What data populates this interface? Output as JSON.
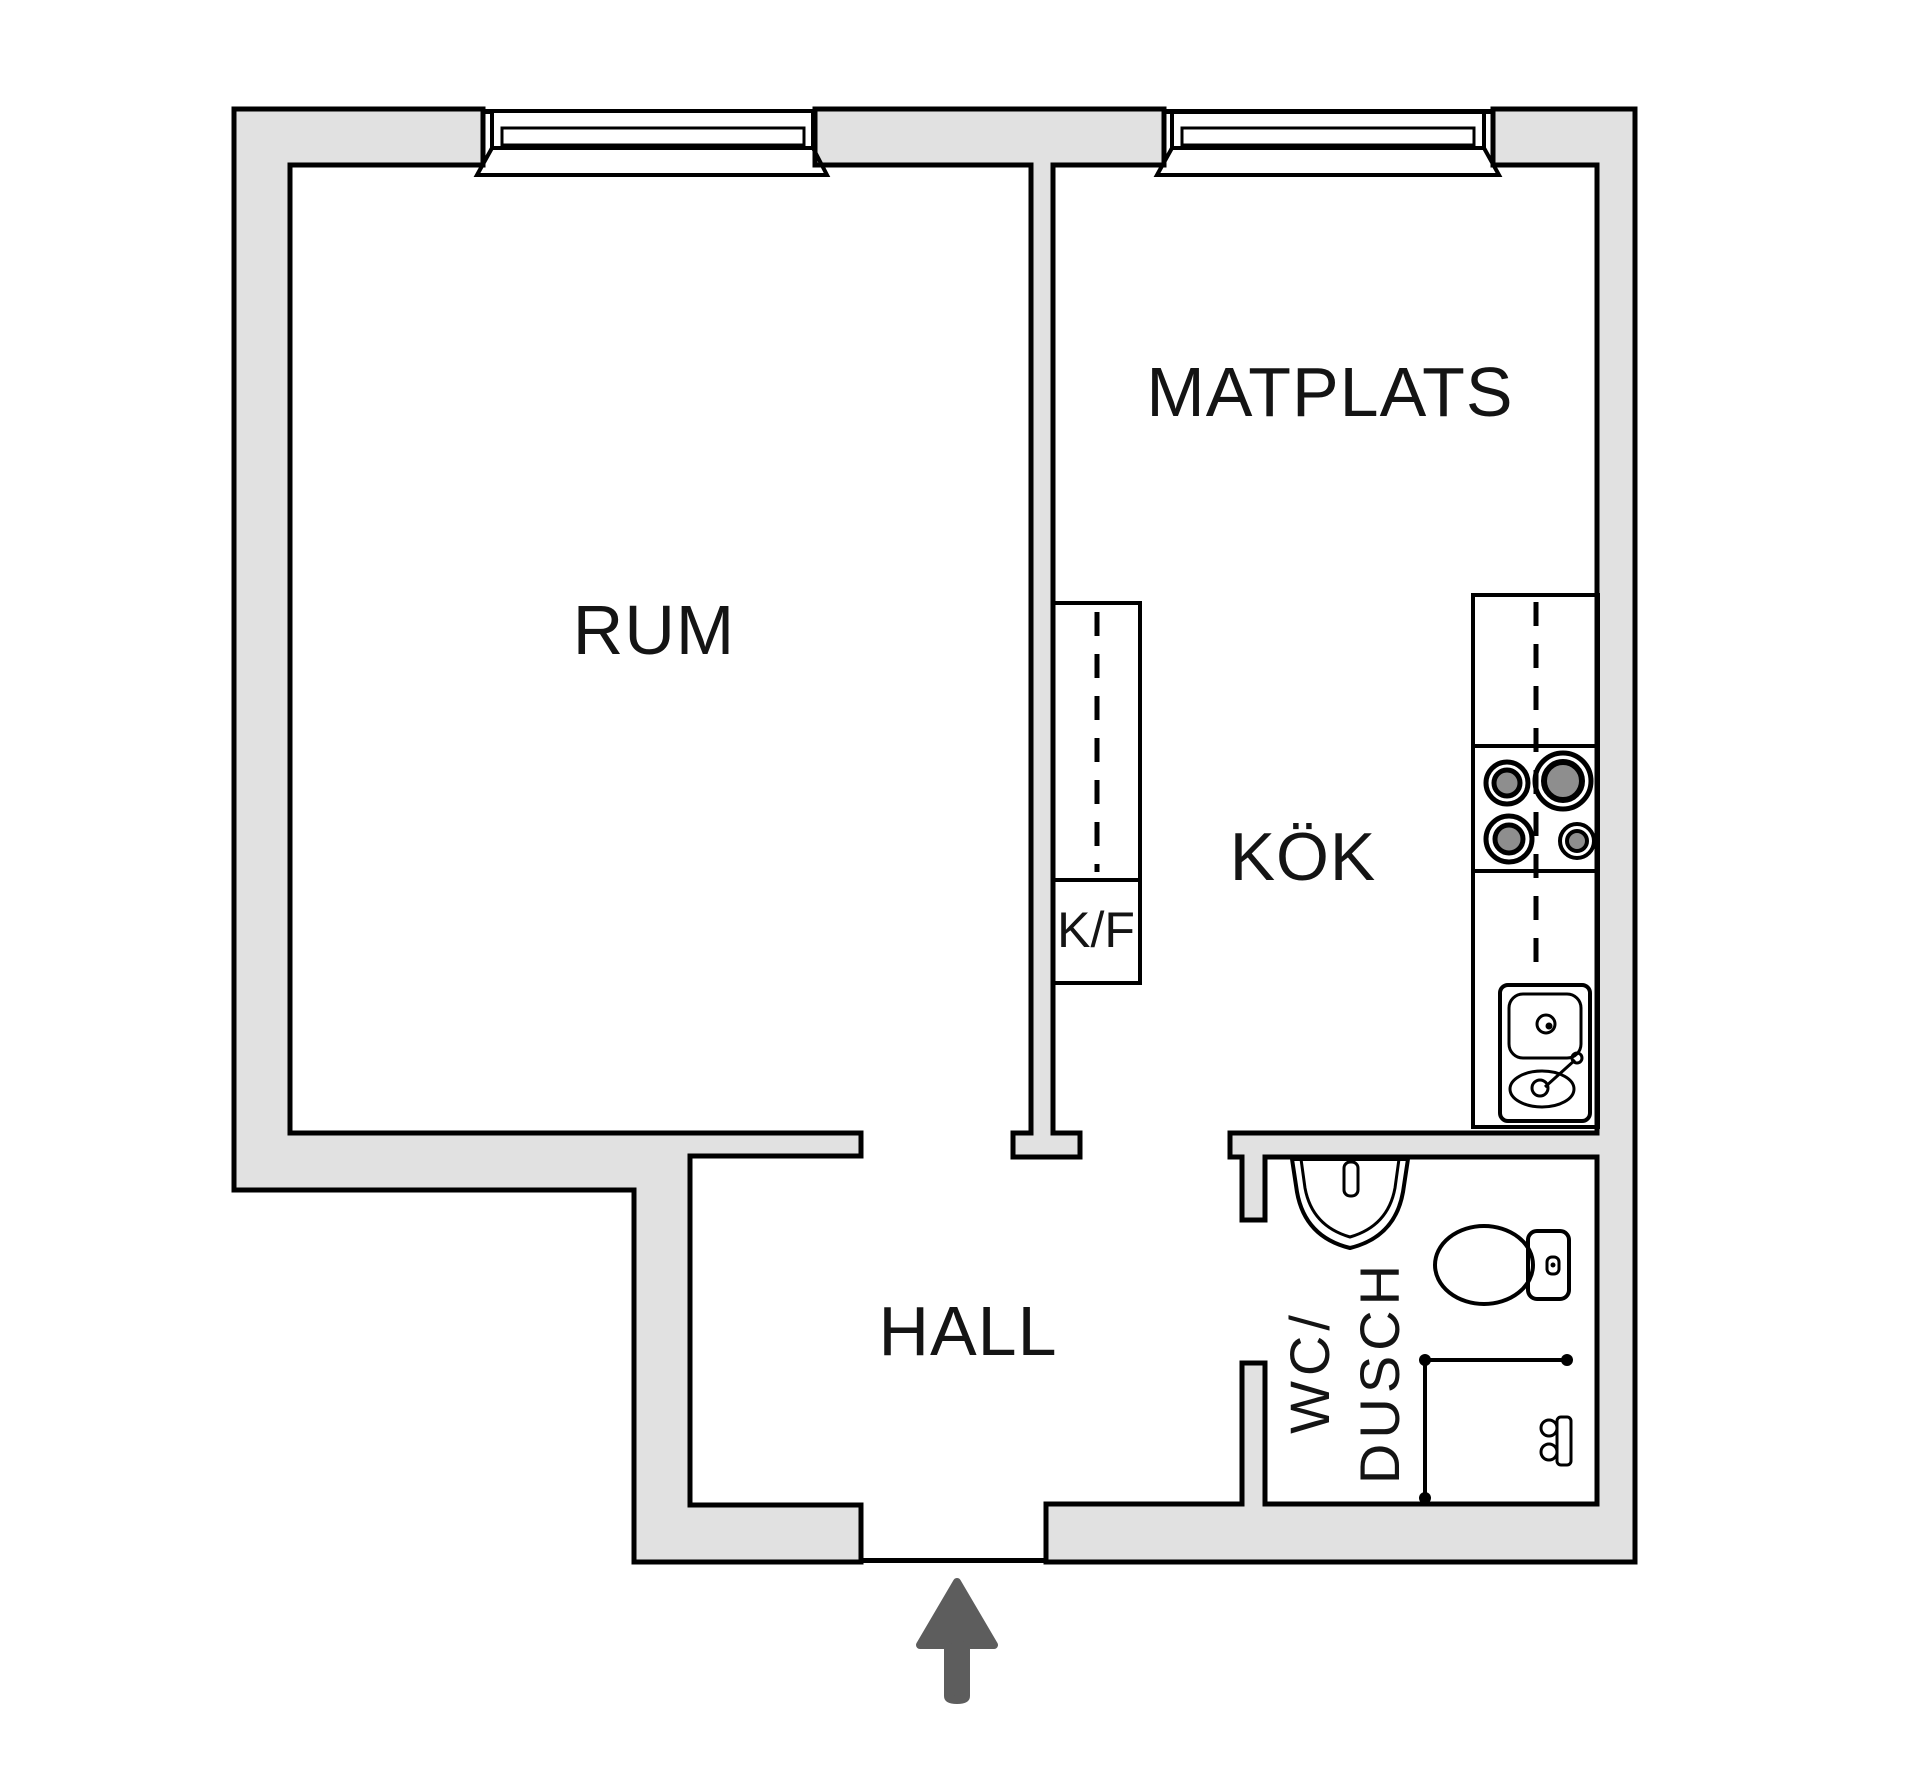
{
  "page": {
    "background": "#ffffff"
  },
  "colors": {
    "wall_fill": "#e1e1e1",
    "outline": "#000000",
    "cabinet_fill": "#f0f0f0",
    "stove_fill": "#4e4e4e",
    "burner_fill": "#8e8e8e",
    "fixture_fill": "#ffffff",
    "arrow_fill": "#5d5d5d",
    "text": "#141414"
  },
  "rooms": {
    "rum": {
      "label": "RUM"
    },
    "matplats": {
      "label": "MATPLATS"
    },
    "kok": {
      "label": "KÖK"
    },
    "hall": {
      "label": "HALL"
    },
    "wc_dusch": {
      "label_line1": "WC/",
      "label_line2": "DUSCH"
    }
  },
  "kitchen": {
    "fridge_freezer_label": "K/F"
  }
}
